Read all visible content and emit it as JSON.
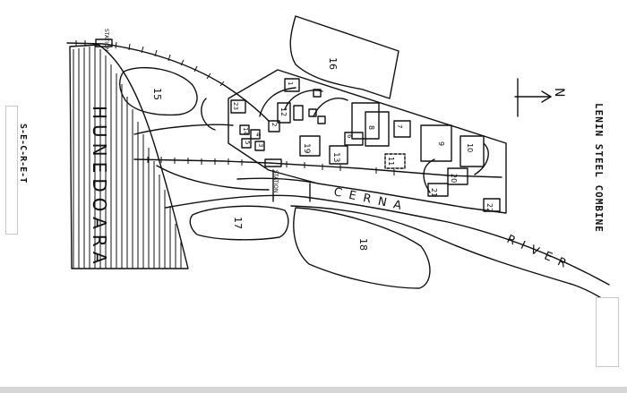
{
  "document": {
    "title": "LENIN STEEL COMBINE",
    "classification": "S-E-C-R-E-T",
    "north_arrow_label": "N"
  },
  "map": {
    "city_label": "HUNEDOARA",
    "river_label_1": "CERNA",
    "river_label_2": "RIVER",
    "station_label_top": "STATION",
    "station_label_mid": "STATION",
    "numbers": [
      "15",
      "16",
      "17",
      "18",
      "19",
      "13",
      "20",
      "21",
      "22",
      "12",
      "11",
      "9",
      "8",
      "10",
      "14",
      "4",
      "5",
      "6",
      "7",
      "3",
      "2",
      "1",
      "23"
    ]
  }
}
